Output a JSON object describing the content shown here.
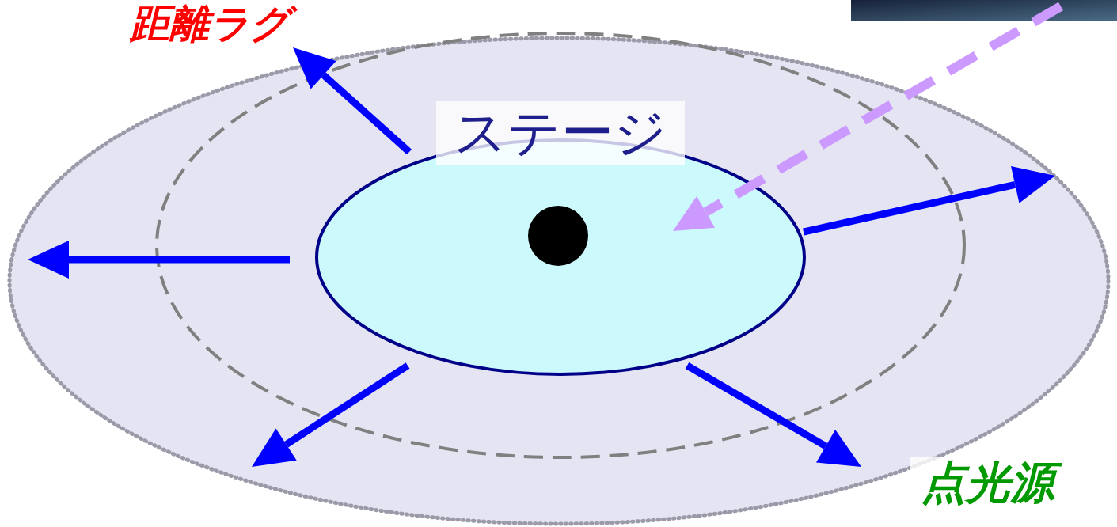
{
  "diagram": {
    "nodes": [
      {
        "text": [
          "ステージ"
        ]
      }
    ],
    "labels": [
      "距離ラグ",
      "点光源"
    ]
  }
}
